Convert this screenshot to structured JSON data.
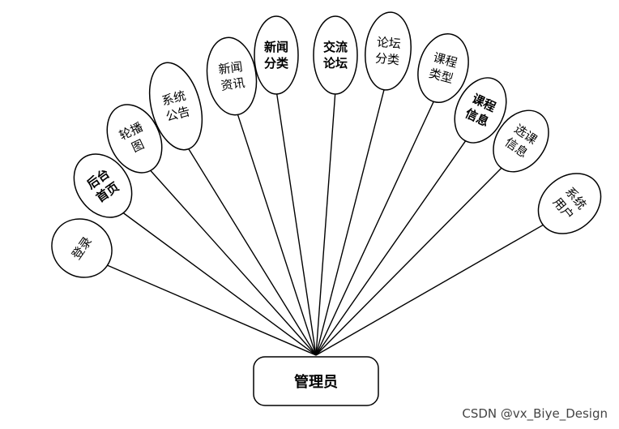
{
  "center": {
    "label": "管理员"
  },
  "nodes": [
    {
      "id": "login",
      "lines": [
        "登录"
      ],
      "bold": false
    },
    {
      "id": "admin-home",
      "lines": [
        "后台",
        "首页"
      ],
      "bold": true
    },
    {
      "id": "carousel",
      "lines": [
        "轮播",
        "图"
      ],
      "bold": false
    },
    {
      "id": "system-notice",
      "lines": [
        "系统",
        "公告"
      ],
      "bold": false
    },
    {
      "id": "news",
      "lines": [
        "新闻",
        "资讯"
      ],
      "bold": false
    },
    {
      "id": "news-category",
      "lines": [
        "新闻",
        "分类"
      ],
      "bold": true
    },
    {
      "id": "forum",
      "lines": [
        "交流",
        "论坛"
      ],
      "bold": true
    },
    {
      "id": "forum-category",
      "lines": [
        "论坛",
        "分类"
      ],
      "bold": false
    },
    {
      "id": "course-type",
      "lines": [
        "课程",
        "类型"
      ],
      "bold": false
    },
    {
      "id": "course-info",
      "lines": [
        "课程",
        "信息"
      ],
      "bold": true
    },
    {
      "id": "course-selection",
      "lines": [
        "选课",
        "信息"
      ],
      "bold": false
    },
    {
      "id": "system-user",
      "lines": [
        "系统",
        "用户"
      ],
      "bold": false
    }
  ],
  "watermark": "CSDN @vx_Biye_Design"
}
